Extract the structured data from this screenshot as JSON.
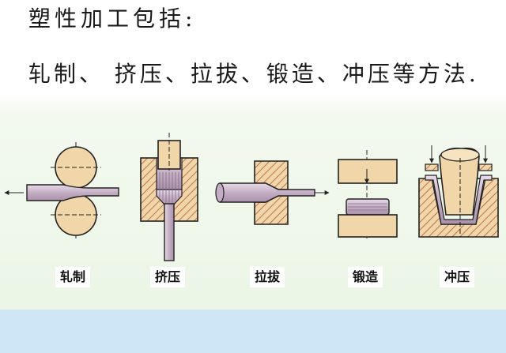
{
  "heading": "塑性加工包括:",
  "methods_line": "轧制、 挤压、拉拔、锻造、冲压等方法.",
  "labels": {
    "rolling": "轧制",
    "extrusion": "挤压",
    "drawing": "拉拔",
    "forging": "锻造",
    "stamping": "冲压"
  },
  "colors": {
    "billet": "#c8b4c8",
    "die_fill": "#f0d6a8",
    "hatch": "#b05a3a",
    "outline": "#222222"
  }
}
